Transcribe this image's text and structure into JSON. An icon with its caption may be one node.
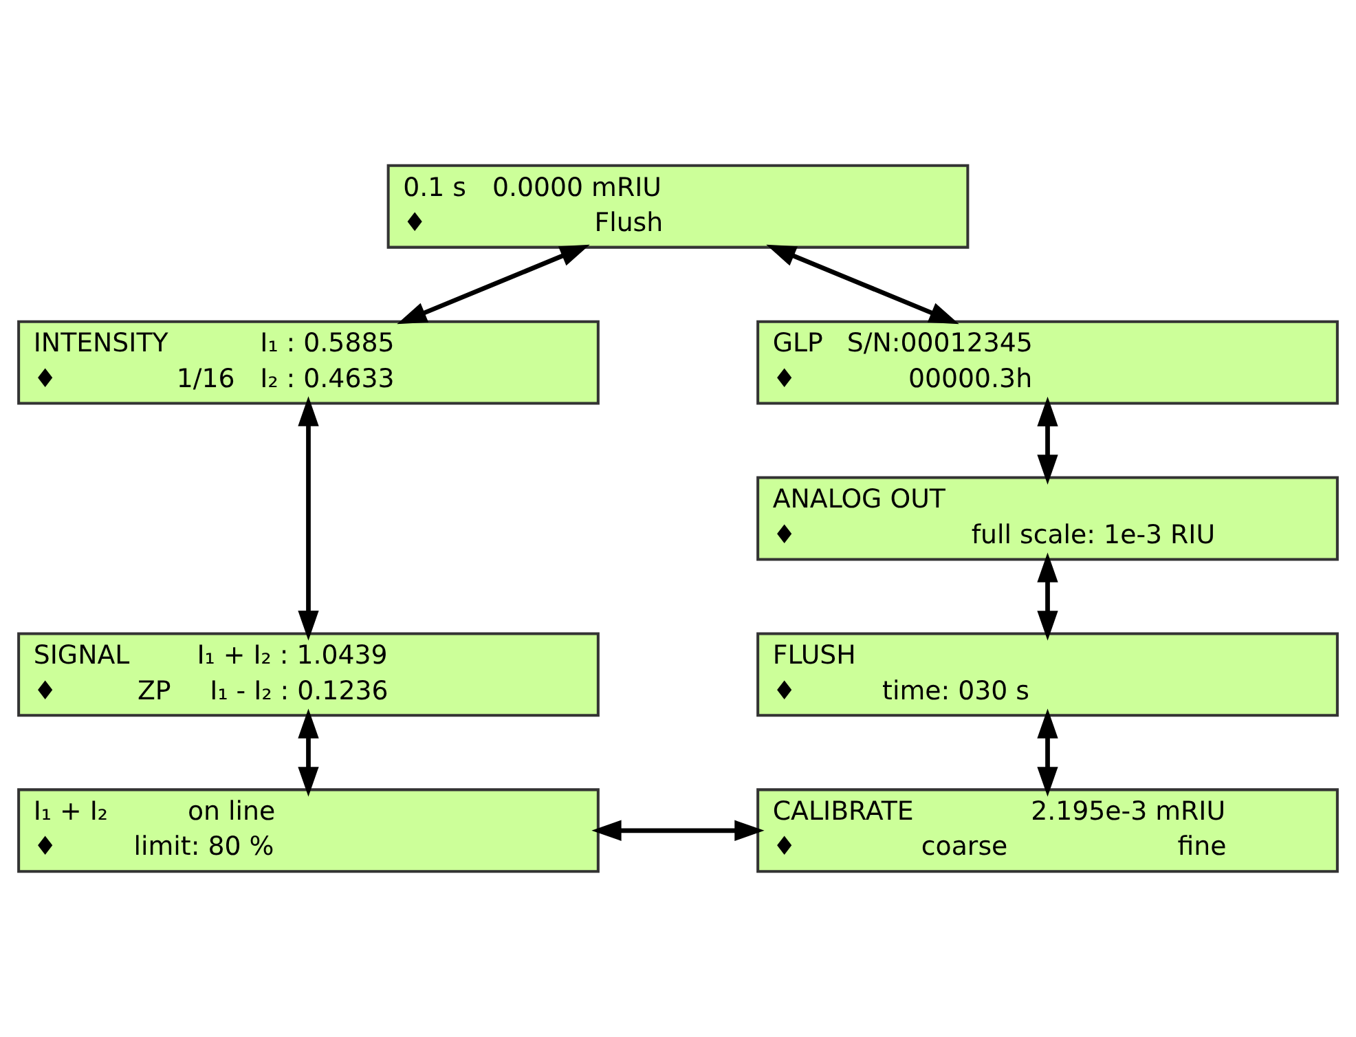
{
  "diagram": {
    "nodes": [
      {
        "text": [
          "0.1 s",
          "0.0000 mRIU",
          "♦",
          "Flush"
        ]
      },
      {
        "text": [
          "INTENSITY",
          "I₁ : 0.5885",
          "♦",
          "1/16",
          "I₂ : 0.4633"
        ]
      },
      {
        "text": [
          "SIGNAL",
          "I₁ + I₂ : 1.0439",
          "♦",
          "ZP",
          "I₁ - I₂ : 0.1236"
        ]
      },
      {
        "text": [
          "I₁ + I₂",
          "on line",
          "♦",
          "limit: 80 %"
        ]
      },
      {
        "text": [
          "GLP",
          "S/N:00012345",
          "♦",
          "00000.3h"
        ]
      },
      {
        "text": [
          "ANALOG OUT",
          "♦",
          "full scale: 1e-3 RIU"
        ]
      },
      {
        "text": [
          "FLUSH",
          "♦",
          "time: 030 s"
        ]
      },
      {
        "text": [
          "CALIBRATE",
          "2.195e-3 mRIU",
          "♦",
          "coarse",
          "fine"
        ]
      }
    ],
    "edges": [
      {
        "from": 0,
        "to": 1,
        "arrow": "both"
      },
      {
        "from": 1,
        "to": 2,
        "arrow": "both"
      },
      {
        "from": 2,
        "to": 3,
        "arrow": "both"
      },
      {
        "from": 0,
        "to": 4,
        "arrow": "both"
      },
      {
        "from": 4,
        "to": 5,
        "arrow": "both"
      },
      {
        "from": 5,
        "to": 6,
        "arrow": "both"
      },
      {
        "from": 6,
        "to": 7,
        "arrow": "both"
      },
      {
        "from": 3,
        "to": 7,
        "arrow": "both"
      }
    ]
  }
}
